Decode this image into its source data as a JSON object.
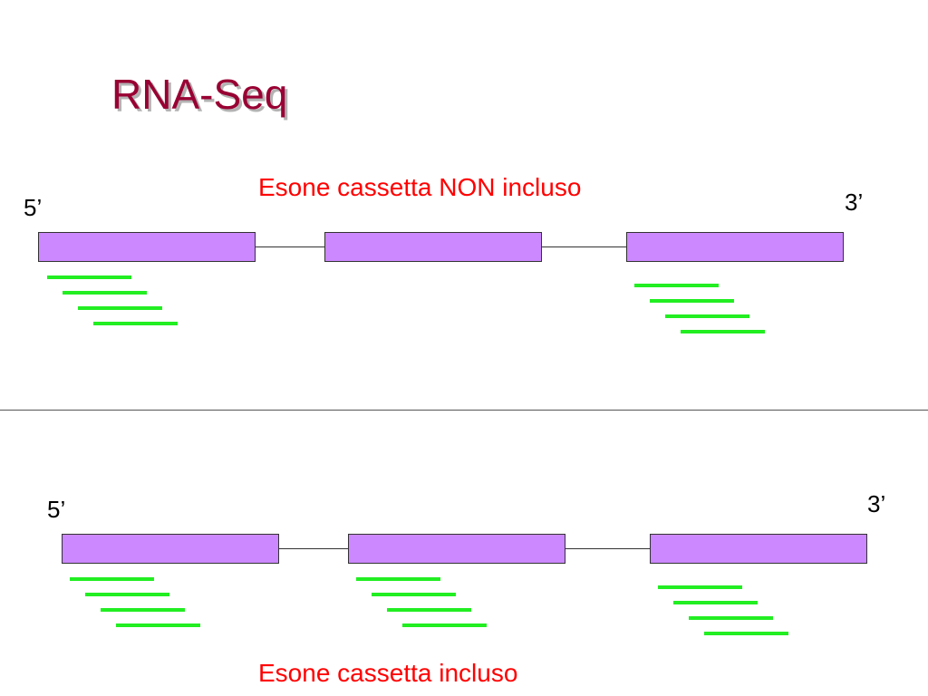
{
  "slide": {
    "title": "RNA-Seq"
  },
  "panel_excluded": {
    "caption": "Esone cassetta NON incluso",
    "five_prime_label": "5’",
    "three_prime_label": "3’",
    "read_groups": [
      "exon-1",
      "exon-3"
    ]
  },
  "panel_included": {
    "caption": "Esone cassetta incluso",
    "five_prime_label": "5’",
    "three_prime_label": "3’",
    "read_groups": [
      "exon-1",
      "exon-2",
      "exon-3"
    ]
  },
  "colors": {
    "title": "#990033",
    "caption": "#ff0000",
    "exon_fill": "#cc88ff",
    "read": "#22ee22"
  }
}
